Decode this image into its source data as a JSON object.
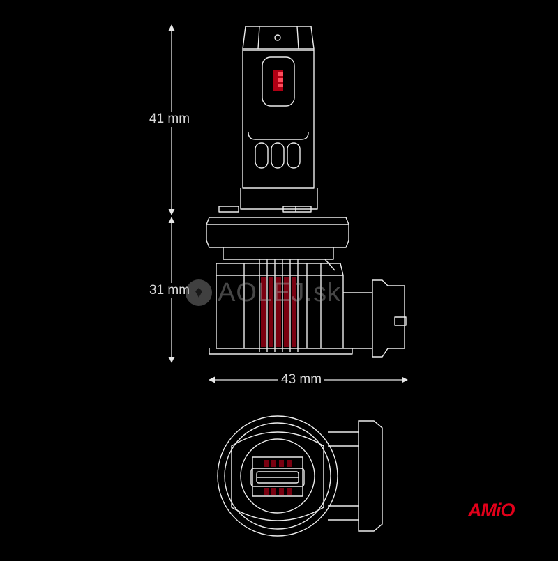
{
  "dimensions": {
    "height_upper": "41 mm",
    "height_lower": "31 mm",
    "width": "43 mm"
  },
  "watermark": {
    "text": "AOLEJ.sk"
  },
  "brand_logo": {
    "text": "AMiO",
    "color": "#e2001a"
  },
  "colors": {
    "background": "#000000",
    "line": "#e8e8e8",
    "led_accent": "#e2001a",
    "label": "#d8d8d8"
  }
}
